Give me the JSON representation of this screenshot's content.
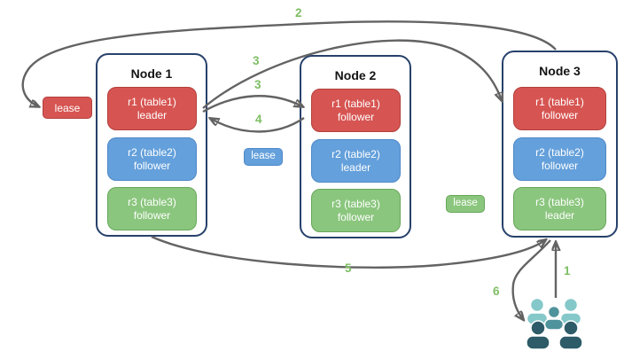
{
  "nodes": [
    {
      "title": "Node 1",
      "replicas": [
        {
          "name": "r1 (table1)",
          "role": "leader",
          "color": "#d65552"
        },
        {
          "name": "r2 (table2)",
          "role": "follower",
          "color": "#64a0db"
        },
        {
          "name": "r3 (table3)",
          "role": "follower",
          "color": "#8bc67e"
        }
      ]
    },
    {
      "title": "Node 2",
      "replicas": [
        {
          "name": "r1 (table1)",
          "role": "follower",
          "color": "#d65552"
        },
        {
          "name": "r2 (table2)",
          "role": "leader",
          "color": "#64a0db"
        },
        {
          "name": "r3 (table3)",
          "role": "follower",
          "color": "#8bc67e"
        }
      ]
    },
    {
      "title": "Node 3",
      "replicas": [
        {
          "name": "r1 (table1)",
          "role": "follower",
          "color": "#d65552"
        },
        {
          "name": "r2 (table2)",
          "role": "follower",
          "color": "#64a0db"
        },
        {
          "name": "r3 (table3)",
          "role": "leader",
          "color": "#8bc67e"
        }
      ]
    }
  ],
  "leases": [
    {
      "label": "lease",
      "color": "#d65552"
    },
    {
      "label": "lease",
      "color": "#64a0db"
    },
    {
      "label": "lease",
      "color": "#8bc67e"
    }
  ],
  "steps": {
    "1": "1",
    "2": "2",
    "3a": "3",
    "3b": "3",
    "4": "4",
    "5": "5",
    "6": "6"
  },
  "icons": {
    "clients": "users-group-icon"
  },
  "colors": {
    "replica_red": "#d65552",
    "replica_blue": "#64a0db",
    "replica_green": "#8bc67e",
    "node_border": "#27416b",
    "arrow": "#636363",
    "step_label": "#7dbe63",
    "client_light": "#85c8ca",
    "client_mid": "#4f939c",
    "client_dark": "#2e5b68"
  }
}
